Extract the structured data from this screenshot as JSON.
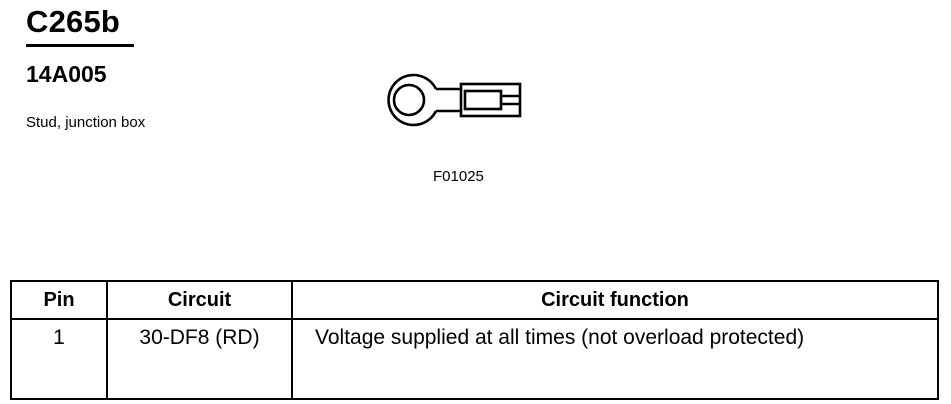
{
  "header": {
    "connector_id": "C265b",
    "part_number": "14A005",
    "description": "Stud, junction box"
  },
  "figure": {
    "code": "F01025",
    "icon": "ring-terminal-icon"
  },
  "table": {
    "columns": [
      "Pin",
      "Circuit",
      "Circuit function"
    ],
    "rows": [
      {
        "pin": "1",
        "circuit": "30-DF8 (RD)",
        "function": "Voltage supplied at all times (not overload protected)"
      }
    ]
  }
}
